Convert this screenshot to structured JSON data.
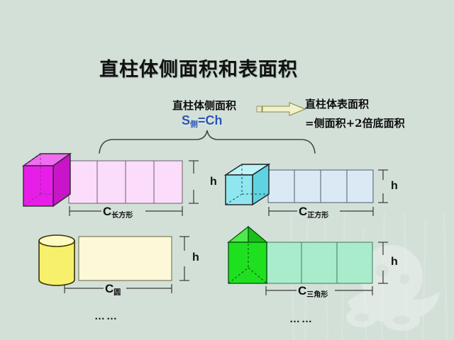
{
  "slide": {
    "background_color": "#d3e0d8",
    "title": "直柱体侧面积和表面积",
    "bottom_ellipsis_left": "……",
    "bottom_ellipsis_right": "……"
  },
  "concepts": {
    "lateral": {
      "label": "直柱体侧面积",
      "formula_main": "S",
      "formula_sub": "侧",
      "formula_rest": "=Ch",
      "formula_color": "#2a55b4"
    },
    "arrow": {
      "icon": "right-arrow-icon",
      "fill": "#f2f2c8",
      "stroke": "#8a8a4a"
    },
    "surface": {
      "label": "直柱体表面积",
      "expression": "=侧面积+2倍底面积"
    },
    "brace": {
      "icon": "curly-brace-icon",
      "stroke": "#3c4a45"
    }
  },
  "figures": [
    {
      "id": "rectangular-prism",
      "solid_name": "rectangular-prism-solid",
      "net_name": "rectangular-prism-net",
      "panels": 4,
      "solid_color": "#e81ee8",
      "solid_top_color": "#f06cf0",
      "solid_side_color": "#c915c9",
      "net_color": "#fbdcfb",
      "outline_color": "#2b2b2b",
      "height_label": "h",
      "base_label_main": "C",
      "base_label_sub": "长方形"
    },
    {
      "id": "cube",
      "solid_name": "cube-solid",
      "net_name": "cube-net",
      "panels": 4,
      "solid_color": "#8fe6ef",
      "solid_top_color": "#bdf2f7",
      "solid_side_color": "#5ed4e2",
      "net_color": "#dbe9f5",
      "outline_color": "#1d1d1d",
      "height_label": "h",
      "base_label_main": "C",
      "base_label_sub": "正方形"
    },
    {
      "id": "cylinder",
      "solid_name": "cylinder-solid",
      "net_name": "cylinder-net",
      "panels": 1,
      "solid_color": "#f7f06a",
      "solid_top_color": "#fdfbc2",
      "solid_side_color": "#ece24a",
      "net_color": "#fcf8d8",
      "outline_color": "#3a3208",
      "height_label": "h",
      "base_label_main": "C",
      "base_label_sub": "圆"
    },
    {
      "id": "triangular-prism",
      "solid_name": "triangular-prism-solid",
      "net_name": "triangular-prism-net",
      "panels": 3,
      "solid_color": "#1fe01f",
      "solid_top_color": "#4dea4d",
      "solid_side_color": "#16c016",
      "net_color": "#a8eccb",
      "outline_color": "#0c5c14",
      "height_label": "h",
      "base_label_main": "C",
      "base_label_sub": "三角形"
    }
  ]
}
